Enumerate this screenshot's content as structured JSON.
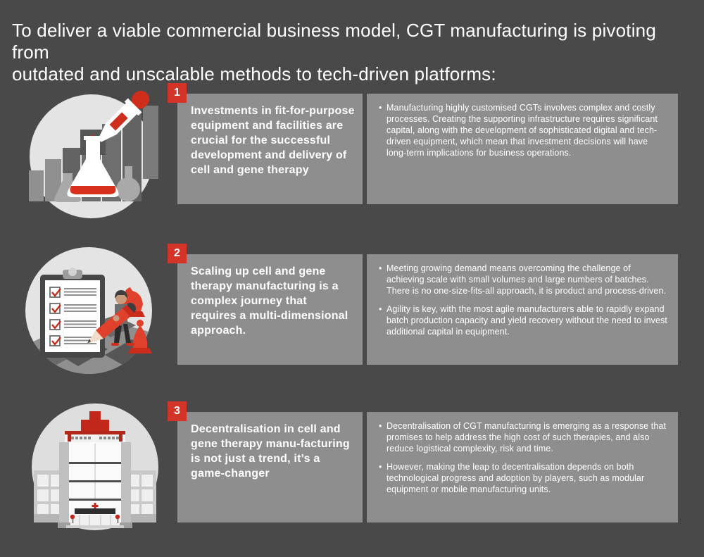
{
  "page": {
    "title_line1": "To deliver a viable commercial business model, CGT manufacturing is pivoting from",
    "title_line2": "outdated and unscalable methods to tech-driven platforms:"
  },
  "colors": {
    "background": "#494949",
    "panel_gray": "#8e8e8e",
    "accent_red": "#d43428",
    "illustration_red": "#d8301c",
    "circle_gray": "#e4e4e4",
    "text": "#ffffff"
  },
  "rows": [
    {
      "number": "1",
      "icon": "flask-growth-chart-pipette-icon",
      "heading": "Investments in fit-for-purpose equipment and facilities are crucial for the successful development and delivery of cell and gene therapy",
      "bullets": [
        "Manufacturing highly customised CGTs involves complex and costly processes. Creating the supporting infrastructure requires significant capital, along with the development of sophisticated digital and tech-driven equipment, which mean that investment decisions will have long-term implications for business operations."
      ]
    },
    {
      "number": "2",
      "icon": "checklist-chess-strategy-icon",
      "heading": "Scaling up cell and gene therapy manufacturing is a complex journey that requires a multi-dimensional approach.",
      "bullets": [
        "Meeting growing demand means overcoming the challenge of achieving scale with small volumes and large numbers of batches. There is no one-size-fits-all approach, it is product and process-driven.",
        "Agility is key, with the most agile manufacturers able to rapidly expand batch production capacity and yield recovery without the need to invest additional capital in equipment."
      ]
    },
    {
      "number": "3",
      "icon": "hospital-building-icon",
      "heading": "Decentralisation in cell and gene therapy manu-facturing is not just a trend, it’s a game-changer",
      "bullets": [
        "Decentralisation of CGT manufacturing is emerging as a response that promises to help address the high cost of such therapies, and also reduce logistical complexity, risk and time.",
        "However, making the leap to decentralisation depends on both technological progress and adoption by players, such as modular equipment or mobile manufacturing units."
      ]
    }
  ]
}
